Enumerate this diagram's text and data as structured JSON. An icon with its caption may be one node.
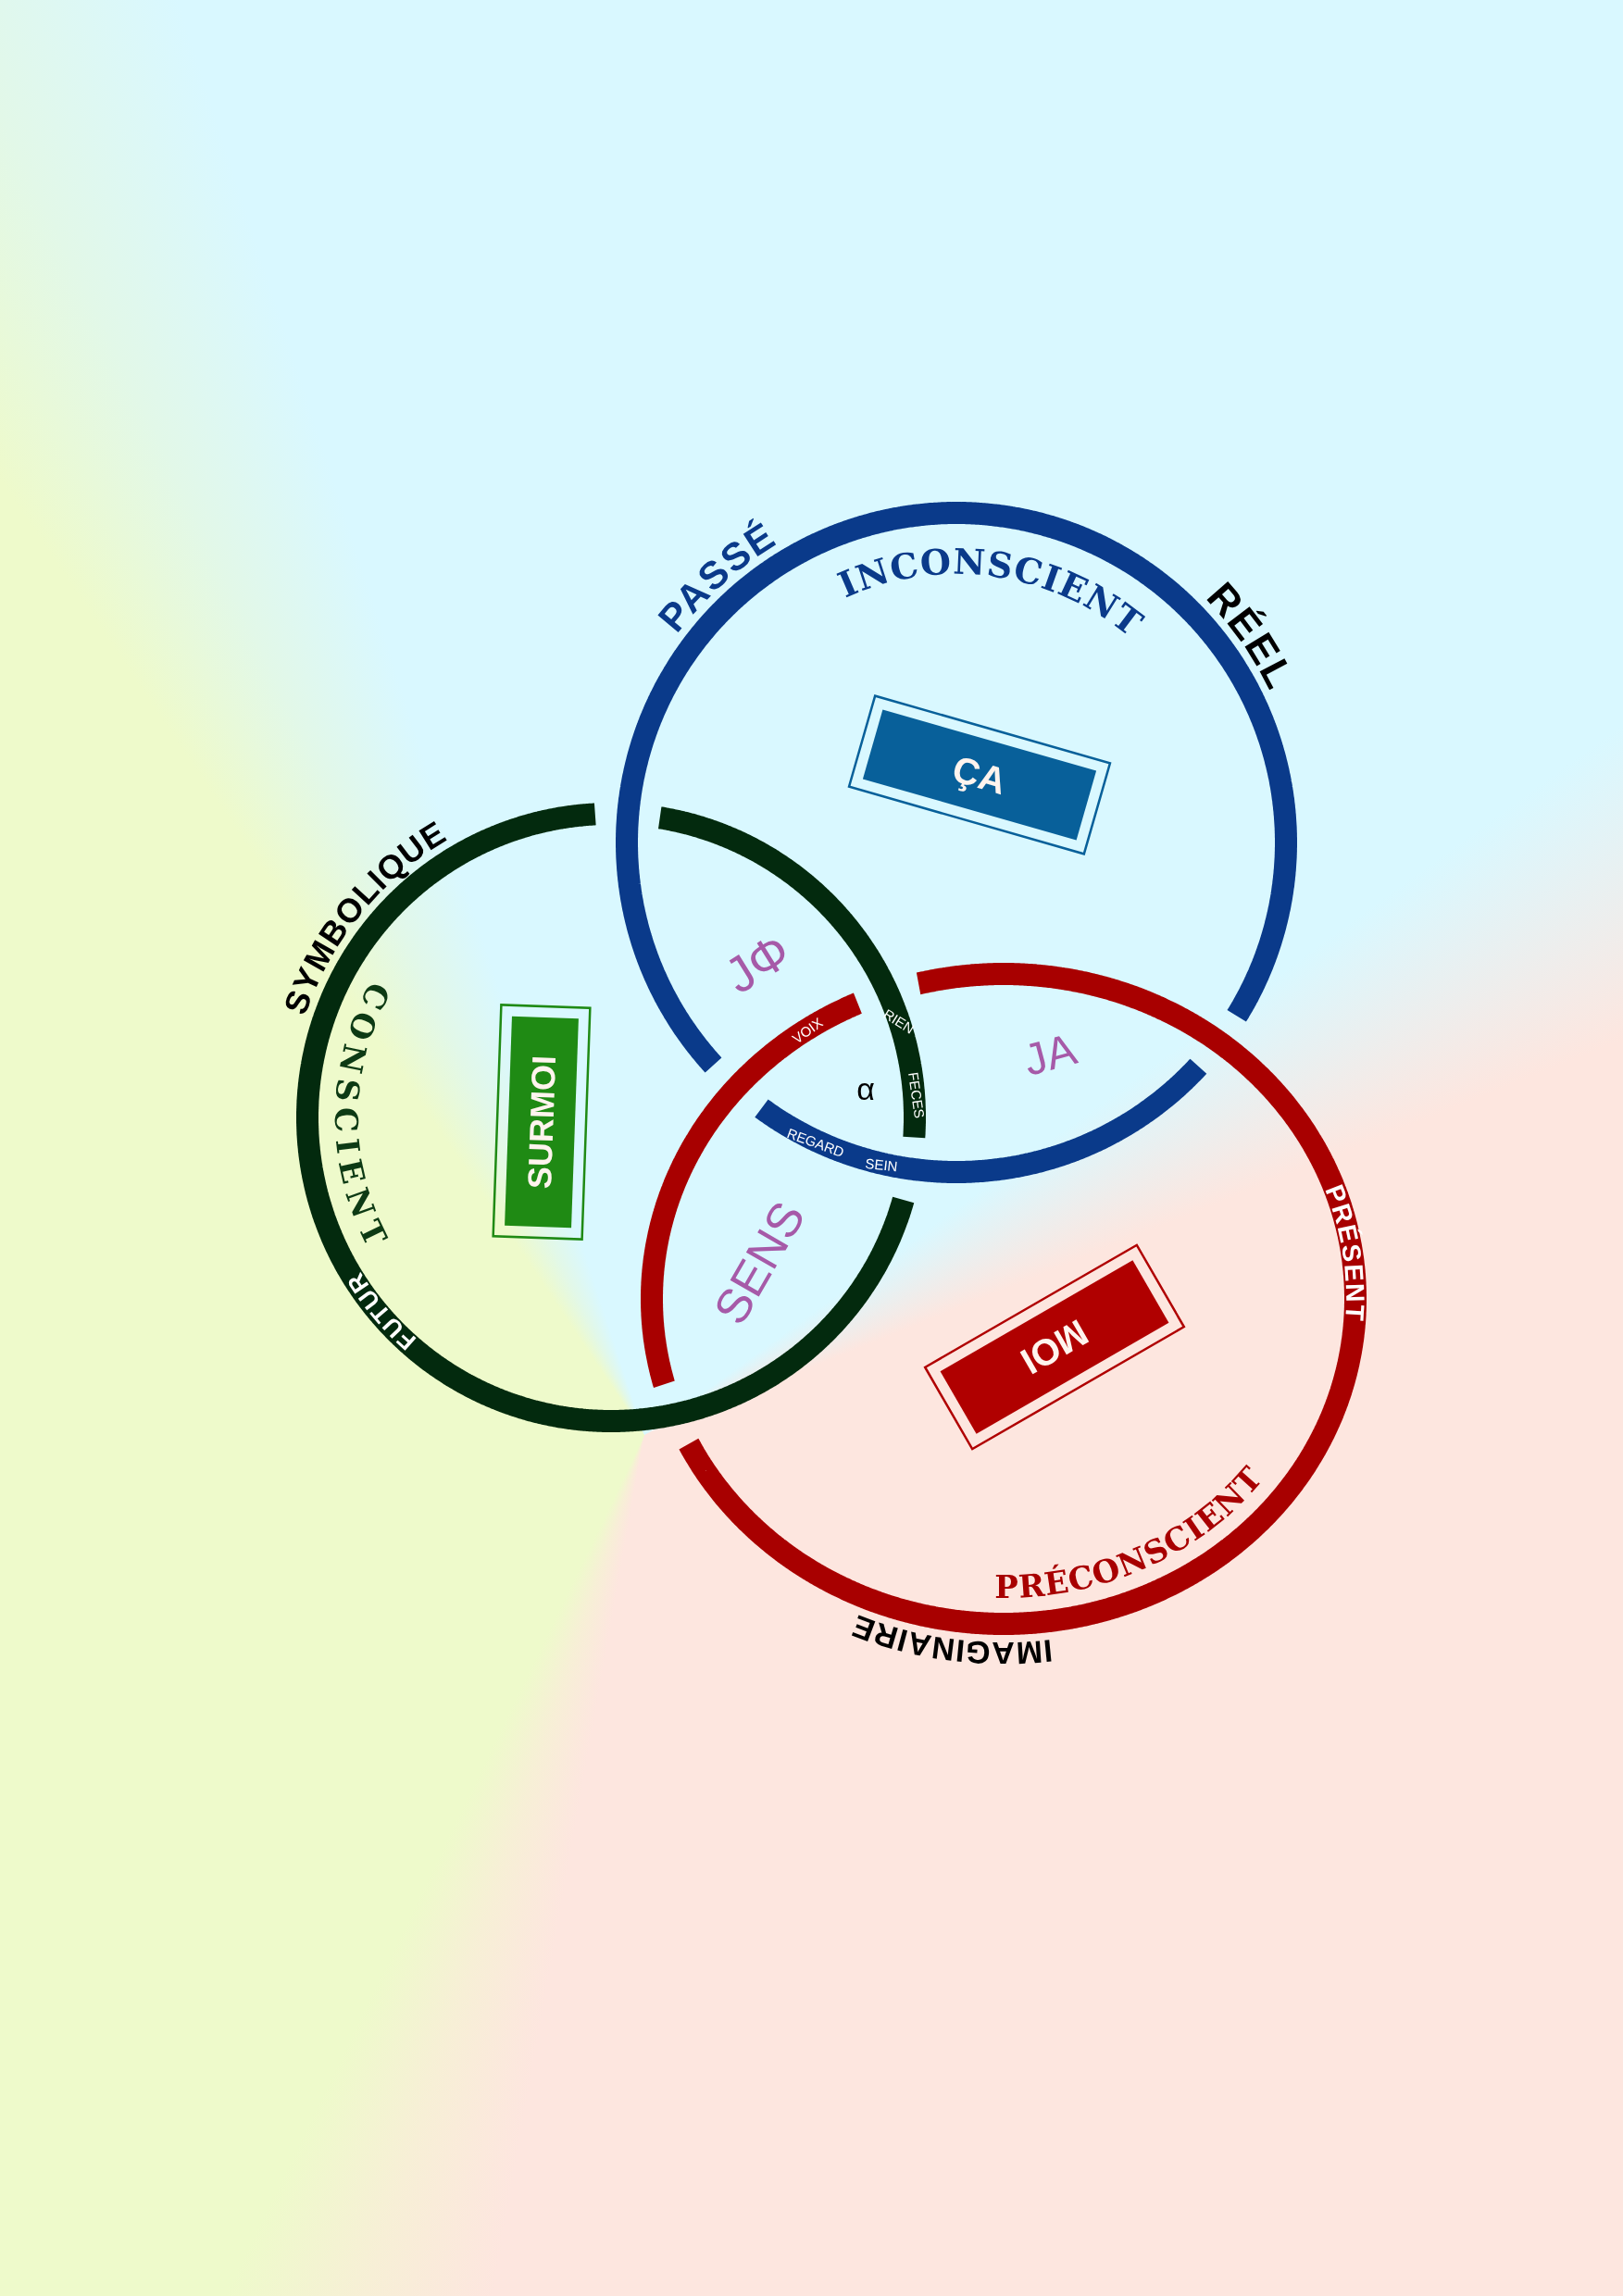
{
  "diagram": {
    "nodes": [
      {
        "text": [
          "PASSÉ",
          "INCONSCIENT",
          "RÉEL"
        ]
      },
      {
        "text": [
          "ÇA"
        ],
        "in": 0
      },
      {
        "text": [
          "SYMBOLIQUE",
          "CONSCIENT",
          "FUTUR"
        ]
      },
      {
        "text": [
          "SURMOI"
        ],
        "in": 2
      },
      {
        "text": [
          "PRÉSENT",
          "PRÉCONSCIENT",
          "IMAGINAIRE"
        ]
      },
      {
        "text": [
          "MOI"
        ],
        "in": 4
      }
    ],
    "edges": [],
    "labels": [
      "JΦ",
      "JA",
      "RIEN",
      "VOIX",
      "α",
      "FECES",
      "REGARD",
      "SEIN",
      "SENS"
    ]
  }
}
